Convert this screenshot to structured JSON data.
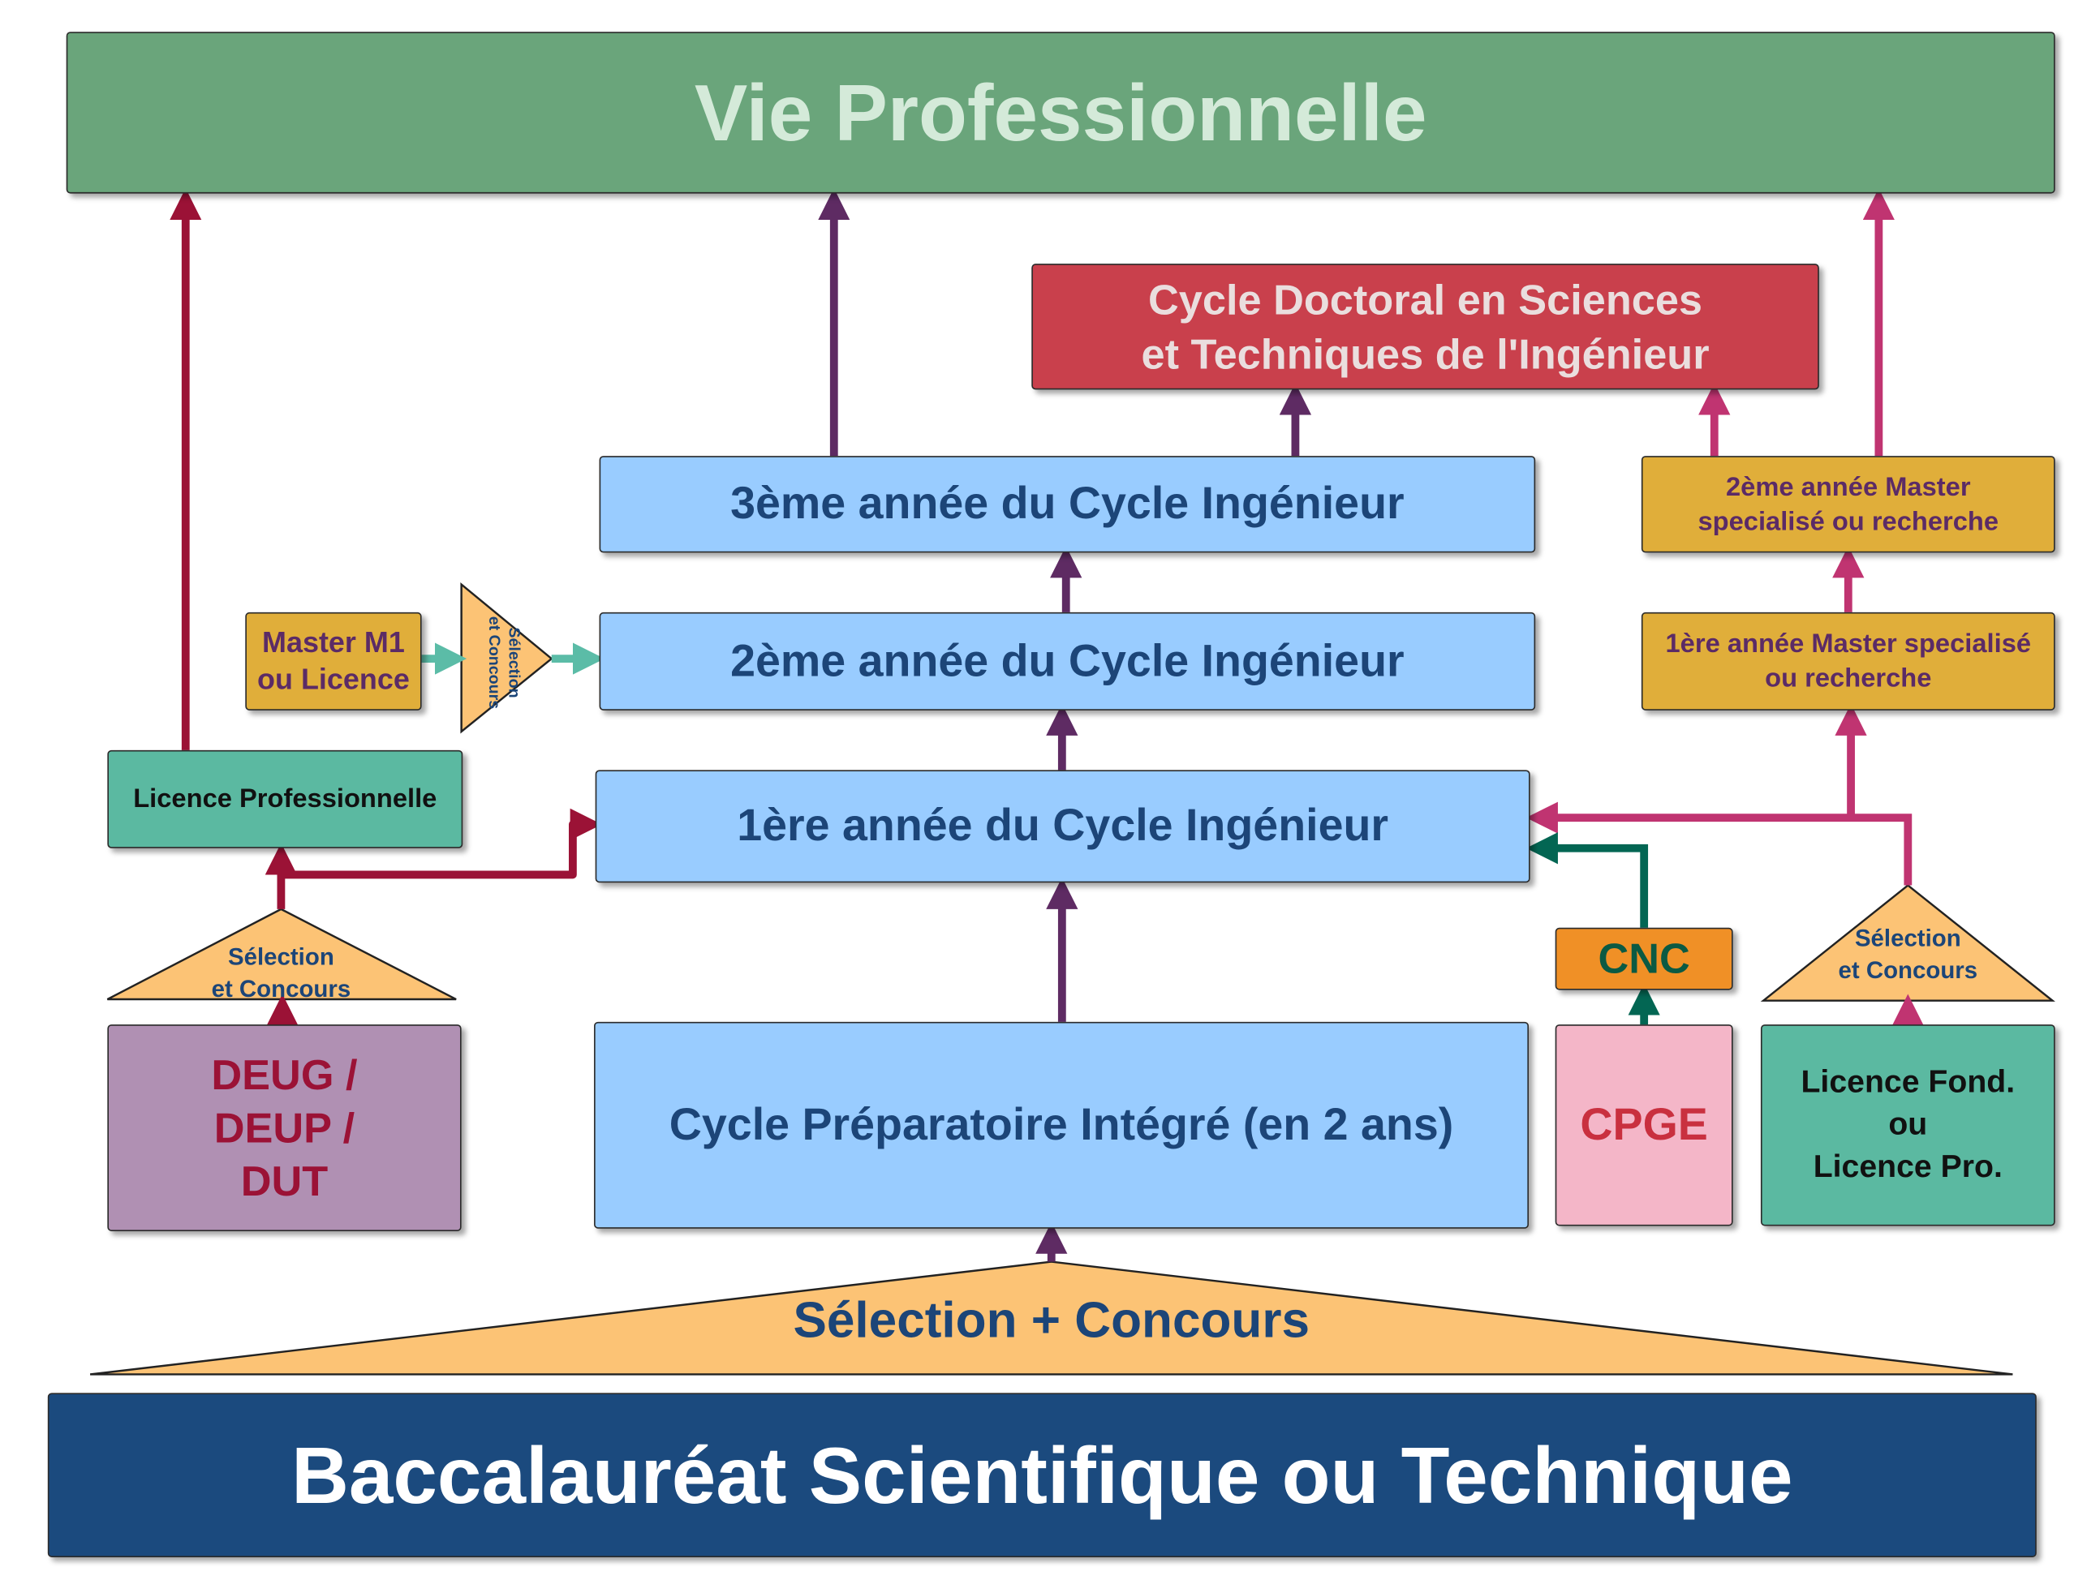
{
  "boxes": {
    "vie_pro": "Vie Professionnelle",
    "doctoral": "Cycle Doctoral en Sciences\net Techniques de l'Ingénieur",
    "cycle3": "3ème année du Cycle Ingénieur",
    "cycle2": "2ème année du Cycle Ingénieur",
    "cycle1": "1ère année du Cycle Ingénieur",
    "master2": "2ème année Master\nspecialisé ou recherche",
    "master1": "1ère année Master specialisé\nou recherche",
    "master_m1": "Master M1\nou Licence",
    "licence_pro": "Licence Professionnelle",
    "deug": "DEUG /\nDEUP /\nDUT",
    "prepa": "Cycle Préparatoire Intégré (en 2 ans)",
    "cnc": "CNC",
    "cpge": "CPGE",
    "licence_fond": "Licence Fond.\nou\nLicence Pro.",
    "bac": "Baccalauréat Scientifique ou Technique"
  },
  "selections": {
    "small_left": "Sélection\net  Concours",
    "small_right": "Sélection\net  Concours",
    "rotated": "Sélection\net  Concours",
    "main": "Sélection + Concours"
  },
  "colors": {
    "green_box": "#6aa57b",
    "red_box": "#c9404c",
    "light_blue": "#99ccff",
    "gold": "#e0ae3a",
    "teal": "#5bb9a1",
    "mauve": "#b090b3",
    "pink": "#f4b6c8",
    "orange": "#f09026",
    "peach": "#fcc375",
    "navy": "#1b4a7e",
    "arrow_red": "#9b1236",
    "arrow_purple": "#5e2b63",
    "arrow_pink": "#c03471",
    "arrow_green": "#036653",
    "arrow_teal": "#5bbca7"
  }
}
